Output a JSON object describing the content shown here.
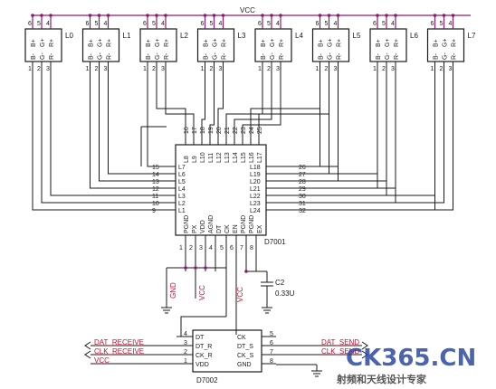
{
  "vcc_top": "VCC",
  "leds": [
    {
      "name": "L0"
    },
    {
      "name": "L1"
    },
    {
      "name": "L2"
    },
    {
      "name": "L3"
    },
    {
      "name": "L4"
    },
    {
      "name": "L5"
    },
    {
      "name": "L6"
    },
    {
      "name": "L7"
    }
  ],
  "led_pins_top": [
    "6",
    "5",
    "4"
  ],
  "led_pins_bottom": [
    "1",
    "2",
    "3"
  ],
  "led_labels_top": [
    "B+",
    "G+",
    "R+"
  ],
  "led_labels_bottom": [
    "B-",
    "G-",
    "R-"
  ],
  "d7001": {
    "name": "D7001",
    "top_pin_numbers": [
      "16",
      "17",
      "18",
      "19",
      "20",
      "21",
      "22",
      "23",
      "24",
      "25"
    ],
    "top_pin_labels": [
      "L8",
      "L9",
      "L10",
      "L11",
      "L12",
      "L13",
      "L14",
      "L15",
      "L16",
      "L17"
    ],
    "left_pins": [
      {
        "num": "15",
        "label": "L7"
      },
      {
        "num": "14",
        "label": "L6"
      },
      {
        "num": "13",
        "label": "L5"
      },
      {
        "num": "12",
        "label": "L4"
      },
      {
        "num": "11",
        "label": "L3"
      },
      {
        "num": "10",
        "label": "L2"
      },
      {
        "num": "9",
        "label": "L1"
      }
    ],
    "right_pins": [
      {
        "num": "26",
        "label": "L18"
      },
      {
        "num": "27",
        "label": "L19"
      },
      {
        "num": "28",
        "label": "L20"
      },
      {
        "num": "29",
        "label": "L21"
      },
      {
        "num": "30",
        "label": "L22"
      },
      {
        "num": "31",
        "label": "L23"
      },
      {
        "num": "32",
        "label": "L24"
      }
    ],
    "bottom_pin_labels": [
      "PGND",
      "PX",
      "VDD",
      "AGND",
      "DT",
      "CK",
      "EN",
      "PGND",
      "PGND",
      "EX"
    ],
    "bottom_pin_numbers": [
      "1",
      "2",
      "3",
      "4",
      "5",
      "6",
      "7",
      "8"
    ]
  },
  "gnd_label": "GND",
  "vcc_label_1": "VCC",
  "vcc_label_2": "VCC",
  "cap": {
    "name": "C2",
    "value": "0.33U"
  },
  "d7002": {
    "name": "D7002",
    "left_pins": [
      {
        "num": "4",
        "label": "DT"
      },
      {
        "num": "3",
        "label": "DT_R"
      },
      {
        "num": "2",
        "label": "CK_R"
      },
      {
        "num": "1",
        "label": "VDD"
      }
    ],
    "right_pins": [
      {
        "num": "5",
        "label": "CK"
      },
      {
        "num": "6",
        "label": "DT_S"
      },
      {
        "num": "7",
        "label": "CK_S"
      },
      {
        "num": "8",
        "label": "GND"
      }
    ]
  },
  "nets_left": [
    "DAT_RECEIVE",
    "CLK_RECEIVE",
    "VCC"
  ],
  "nets_right": [
    "DAT_SEND",
    "CLK_SEND"
  ],
  "watermark": {
    "logo": "CK365.CN",
    "tagline": "射频和天线设计专家"
  }
}
